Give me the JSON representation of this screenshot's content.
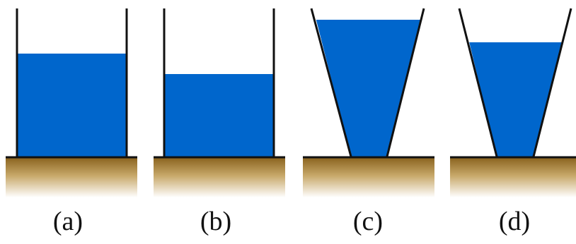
{
  "colors": {
    "water": "#0066CC",
    "ground_top": "#8B6420",
    "ground_bottom": "#FFFFFF",
    "outline": "#111111"
  },
  "panels": [
    {
      "label": "(a)",
      "container_shape": "straight",
      "relative_water_level": "high"
    },
    {
      "label": "(b)",
      "container_shape": "straight",
      "relative_water_level": "low"
    },
    {
      "label": "(c)",
      "container_shape": "tapered-wide-top",
      "relative_water_level": "high"
    },
    {
      "label": "(d)",
      "container_shape": "tapered-wide-top",
      "relative_water_level": "low"
    }
  ]
}
